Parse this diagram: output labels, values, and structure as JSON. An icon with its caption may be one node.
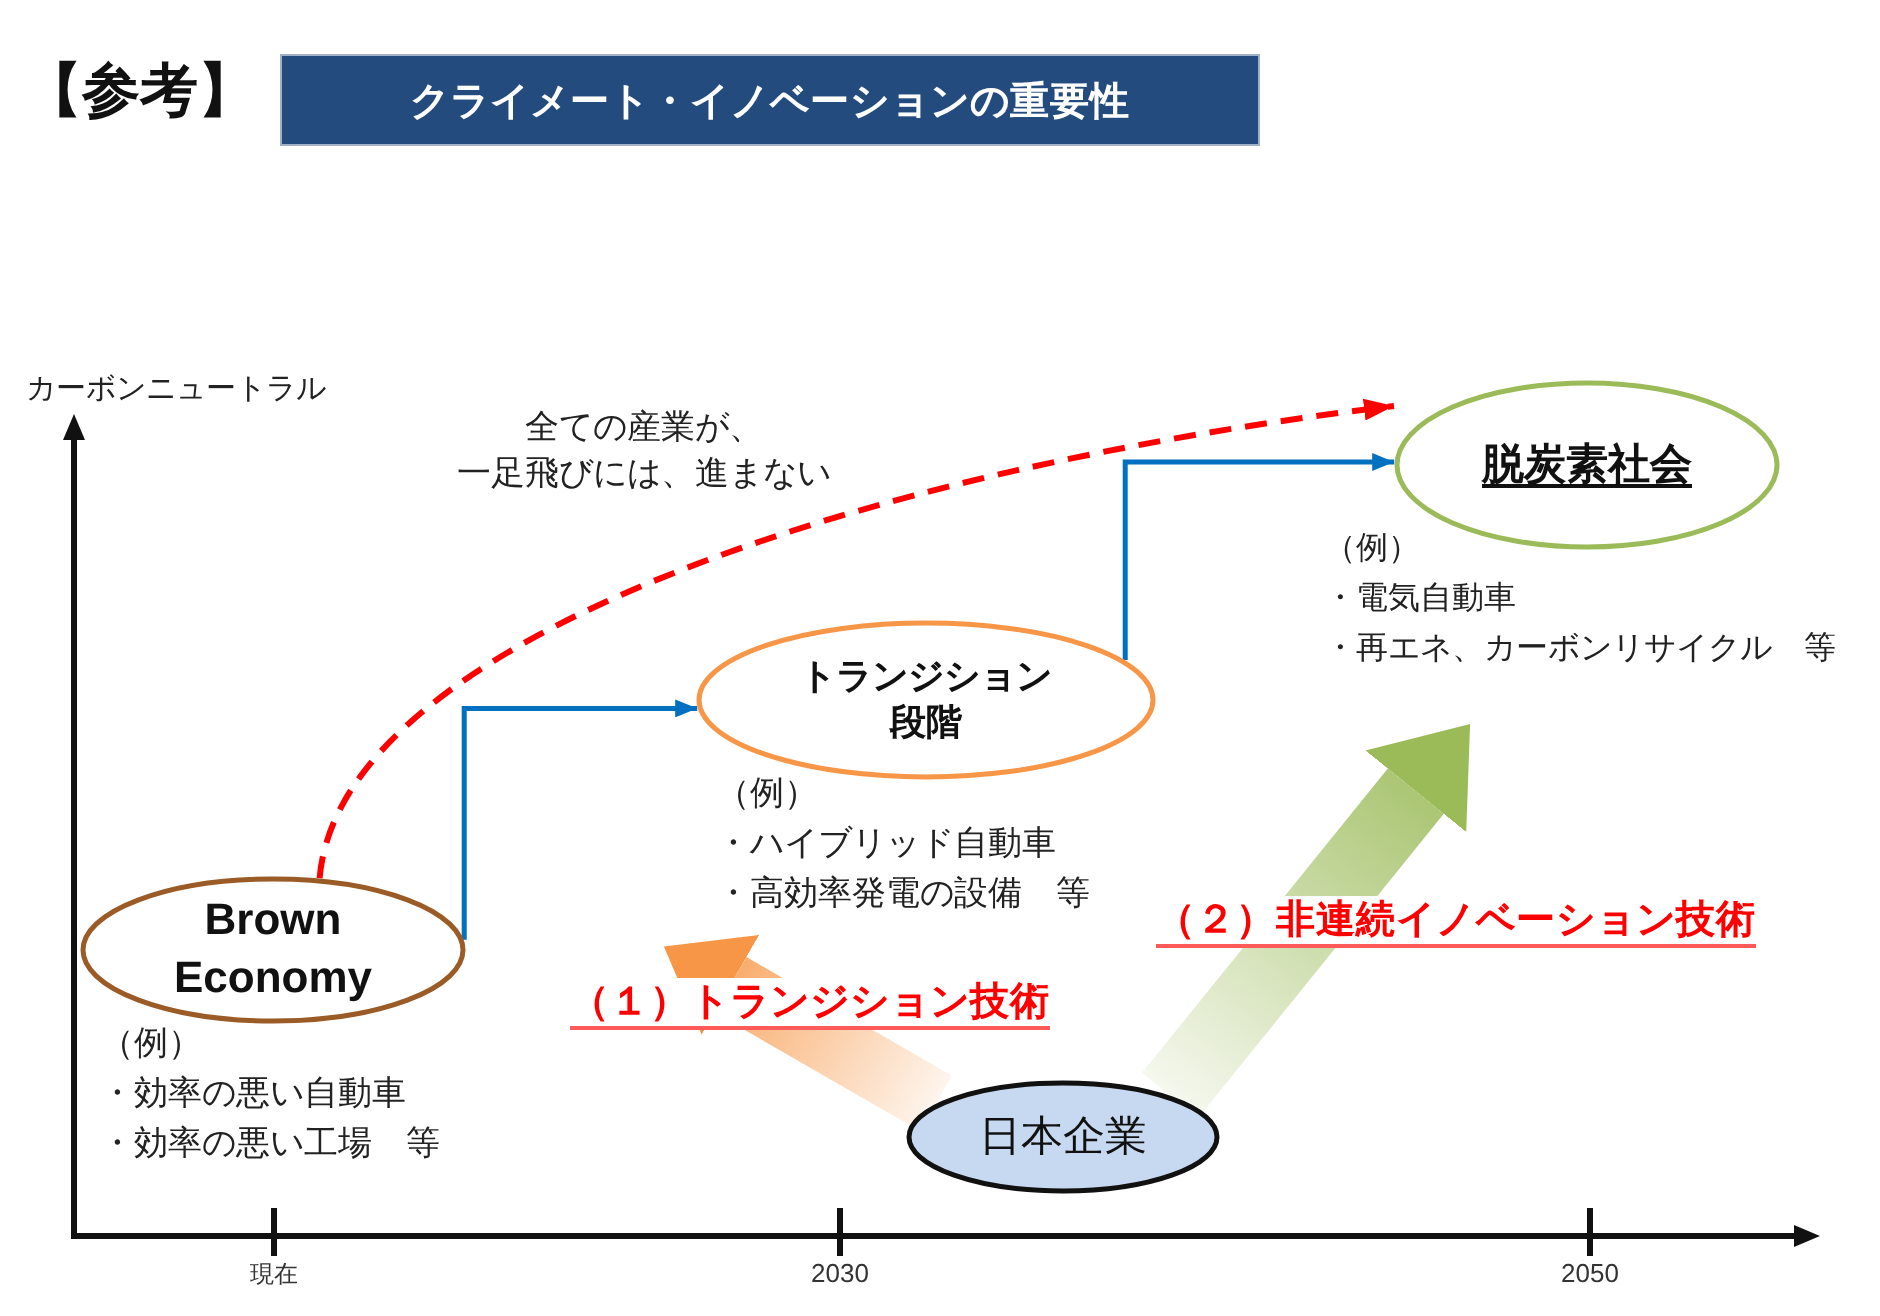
{
  "diagram": {
    "title": "クライメート・イノベーションの重要性",
    "nodes": [
      {
        "text": [
          "Brown Economy"
        ],
        "beside": [
          "（例）",
          "・効率の悪い自動車",
          "・効率の悪い工場　等"
        ]
      },
      {
        "text": [
          "トランジション段階"
        ],
        "beside": [
          "（例）",
          "・ハイブリッド自動車",
          "・高効率発電の設備　等"
        ]
      },
      {
        "text": [
          "脱炭素社会"
        ],
        "beside": [
          "（例）",
          "・電気自動車",
          "・再エネ、カーボンリサイクル　等"
        ]
      },
      {
        "text": [
          "日本企業"
        ]
      }
    ],
    "edges": [
      {
        "from": 0,
        "to": 1,
        "arrow": "to",
        "color": "#0070c0"
      },
      {
        "from": 1,
        "to": 2,
        "arrow": "to",
        "color": "#0070c0"
      },
      {
        "from": 0,
        "to": 2,
        "arrow": "to",
        "style": "dashed",
        "color": "#ff0000",
        "label": "全ての産業が、一足飛びには、進まない"
      },
      {
        "from": 3,
        "to": 1,
        "arrow": "to",
        "style": "thick",
        "color": "#f79646",
        "label": "（１）トランジション技術"
      },
      {
        "from": 3,
        "to": 2,
        "arrow": "to",
        "style": "thick",
        "color": "#9bbb59",
        "label": "（２）非連続イノベーション技術"
      }
    ],
    "labels": [
      "【参考】",
      "カーボンニュートラル",
      "現在",
      "2030",
      "2050"
    ]
  }
}
